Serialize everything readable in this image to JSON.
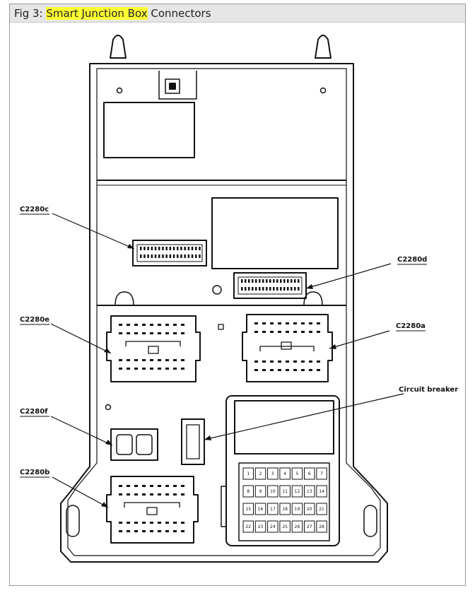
{
  "title": {
    "prefix": "Fig 3: ",
    "highlight": "Smart Junction Box",
    "suffix": " Connectors"
  },
  "labels": {
    "c2280c": "C2280c",
    "c2280d": "C2280d",
    "c2280e": "C2280e",
    "c2280a": "C2280a",
    "c2280f": "C2280f",
    "c2280b": "C2280b",
    "circuit_breaker": "Circuit breaker"
  },
  "fuses": [
    "1",
    "2",
    "3",
    "4",
    "5",
    "6",
    "7",
    "8",
    "9",
    "10",
    "11",
    "12",
    "13",
    "14",
    "15",
    "16",
    "17",
    "18",
    "19",
    "20",
    "21",
    "22",
    "23",
    "24",
    "25",
    "26",
    "27",
    "28"
  ],
  "colors": {
    "highlight": "#ffff33",
    "line": "#111111"
  }
}
